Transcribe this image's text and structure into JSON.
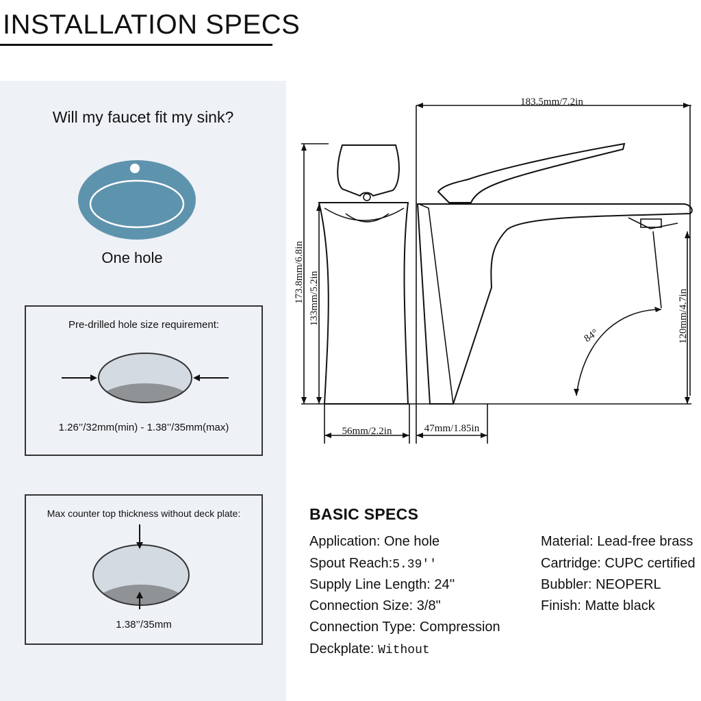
{
  "header": {
    "title": "INSTALLATION SPECS"
  },
  "sink_question": {
    "question": "Will my faucet fit my sink?",
    "hole_label": "One hole"
  },
  "hole_size": {
    "heading": "Pre-drilled hole size requirement:",
    "range": "1.26’’/32mm(min) - 1.38’’/35mm(max)"
  },
  "counter_top": {
    "heading": "Max counter top thickness without deck plate:",
    "value": "1.38’’/35mm"
  },
  "dimensions": {
    "total_length": "183.5mm/7.2in",
    "total_height": "173.8mm/6.8in",
    "body_height": "133mm/5.2in",
    "spout_height": "120mm/4.7in",
    "base_width": "56mm/2.2in",
    "base_depth": "47mm/1.85in",
    "angle": "84°"
  },
  "basic_specs": {
    "title": "BASIC SPECS",
    "application": {
      "label": "Application: ",
      "value": "One hole"
    },
    "spout_reach": {
      "label": "Spout Reach:",
      "value": "5.39''"
    },
    "supply_line": {
      "label": "Supply Line Length: ",
      "value": "24''"
    },
    "connection_size": {
      "label": "Connection Size: ",
      "value": "3/8\""
    },
    "connection_type": {
      "label": "Connection Type: ",
      "value": "Compression"
    },
    "deckplate": {
      "label": "Deckplate: ",
      "value": "Without"
    },
    "material": {
      "label": "Material: ",
      "value": "Lead-free brass"
    },
    "cartridge": {
      "label": "Cartridge: ",
      "value": "CUPC certified"
    },
    "bubbler": {
      "label": "Bubbler: ",
      "value": "NEOPERL"
    },
    "finish": {
      "label": "Finish: ",
      "value": "Matte black"
    }
  },
  "colors": {
    "sink_blue": "#5e93ae",
    "panel_bg": "#eef1f5",
    "hole_light": "#d3dae2",
    "hole_dark": "#8f9396"
  }
}
